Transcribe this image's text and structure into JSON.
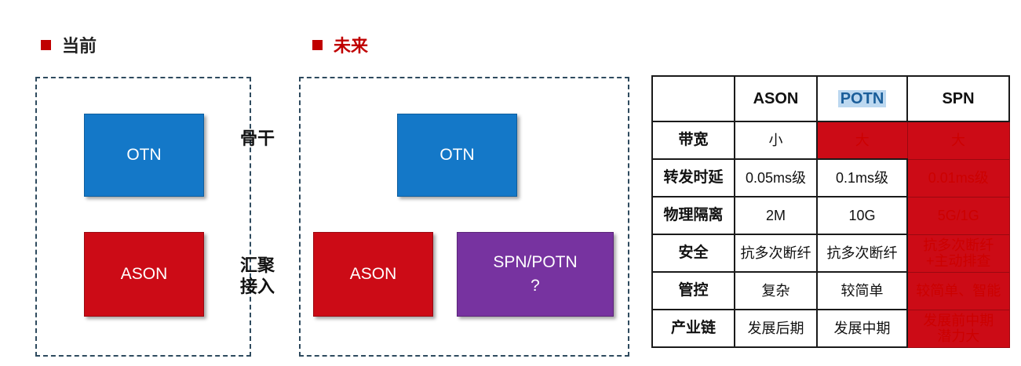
{
  "headings": {
    "current": "当前",
    "future": "未来"
  },
  "blocks": {
    "current_otn": "OTN",
    "current_ason": "ASON",
    "future_otn": "OTN",
    "future_ason": "ASON",
    "future_spn_line1": "SPN/POTN",
    "future_spn_line2": "?"
  },
  "mid_labels": {
    "backbone": "骨干",
    "aggregation_line1": "汇聚",
    "aggregation_line2": "接入"
  },
  "table": {
    "headers": [
      "",
      "ASON",
      "POTN",
      "SPN"
    ],
    "rows": [
      {
        "label": "带宽",
        "ason": "小",
        "potn": "大",
        "spn": [
          "大"
        ]
      },
      {
        "label": "转发时延",
        "ason": "0.05ms级",
        "potn": "0.1ms级",
        "spn": [
          "0.01ms级"
        ]
      },
      {
        "label": "物理隔离",
        "ason": "2M",
        "potn": "10G",
        "spn": [
          "5G/1G"
        ]
      },
      {
        "label": "安全",
        "ason": "抗多次断纤",
        "potn": "抗多次断纤",
        "spn": [
          "抗多次断纤",
          "+主动排查"
        ]
      },
      {
        "label": "管控",
        "ason": "复杂",
        "potn": "较简单",
        "spn": [
          "较简单、智能"
        ]
      },
      {
        "label": "产业链",
        "ason": "发展后期",
        "potn": "发展中期",
        "spn": [
          "发展前中期",
          "潜力大"
        ]
      }
    ]
  },
  "colors": {
    "accent_red": "#c00000",
    "blue": "#1478c8",
    "red": "#cc0b16",
    "purple": "#7733a0",
    "dash": "#2e4a5e"
  }
}
